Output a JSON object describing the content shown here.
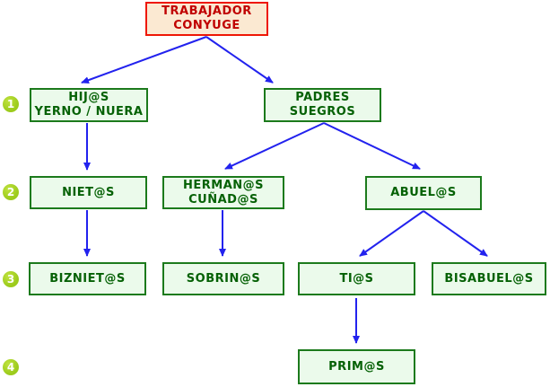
{
  "colors": {
    "background": "#ffffff",
    "root-border": "#ee1705",
    "root-fill": "#fbe9d2",
    "root-text": "#c00000",
    "node-border": "#1c7a1c",
    "node-fill": "#ebfaeb",
    "node-text": "#056105",
    "arrow": "#2222ee",
    "badge-fill": "#9ccb1c",
    "badge-text": "#ffffff"
  },
  "diagram": {
    "nodes": {
      "root": {
        "line1": "TRABAJADOR",
        "line2": "CONYUGE"
      },
      "hijos": {
        "line1": "HIJ@S",
        "line2": "YERNO / NUERA"
      },
      "padres": {
        "line1": "PADRES",
        "line2": "SUEGROS"
      },
      "nietos": {
        "line1": "NIET@S"
      },
      "hermanos": {
        "line1": "HERMAN@S",
        "line2": "CUÑAD@S"
      },
      "abuelos": {
        "line1": "ABUEL@S"
      },
      "biznietos": {
        "line1": "BIZNIET@S"
      },
      "sobrinos": {
        "line1": "SOBRIN@S"
      },
      "tios": {
        "line1": "TI@S"
      },
      "bisabuelos": {
        "line1": "BISABUEL@S"
      },
      "primos": {
        "line1": "PRIM@S"
      }
    },
    "degree_badges": [
      "1",
      "2",
      "3",
      "4"
    ]
  }
}
